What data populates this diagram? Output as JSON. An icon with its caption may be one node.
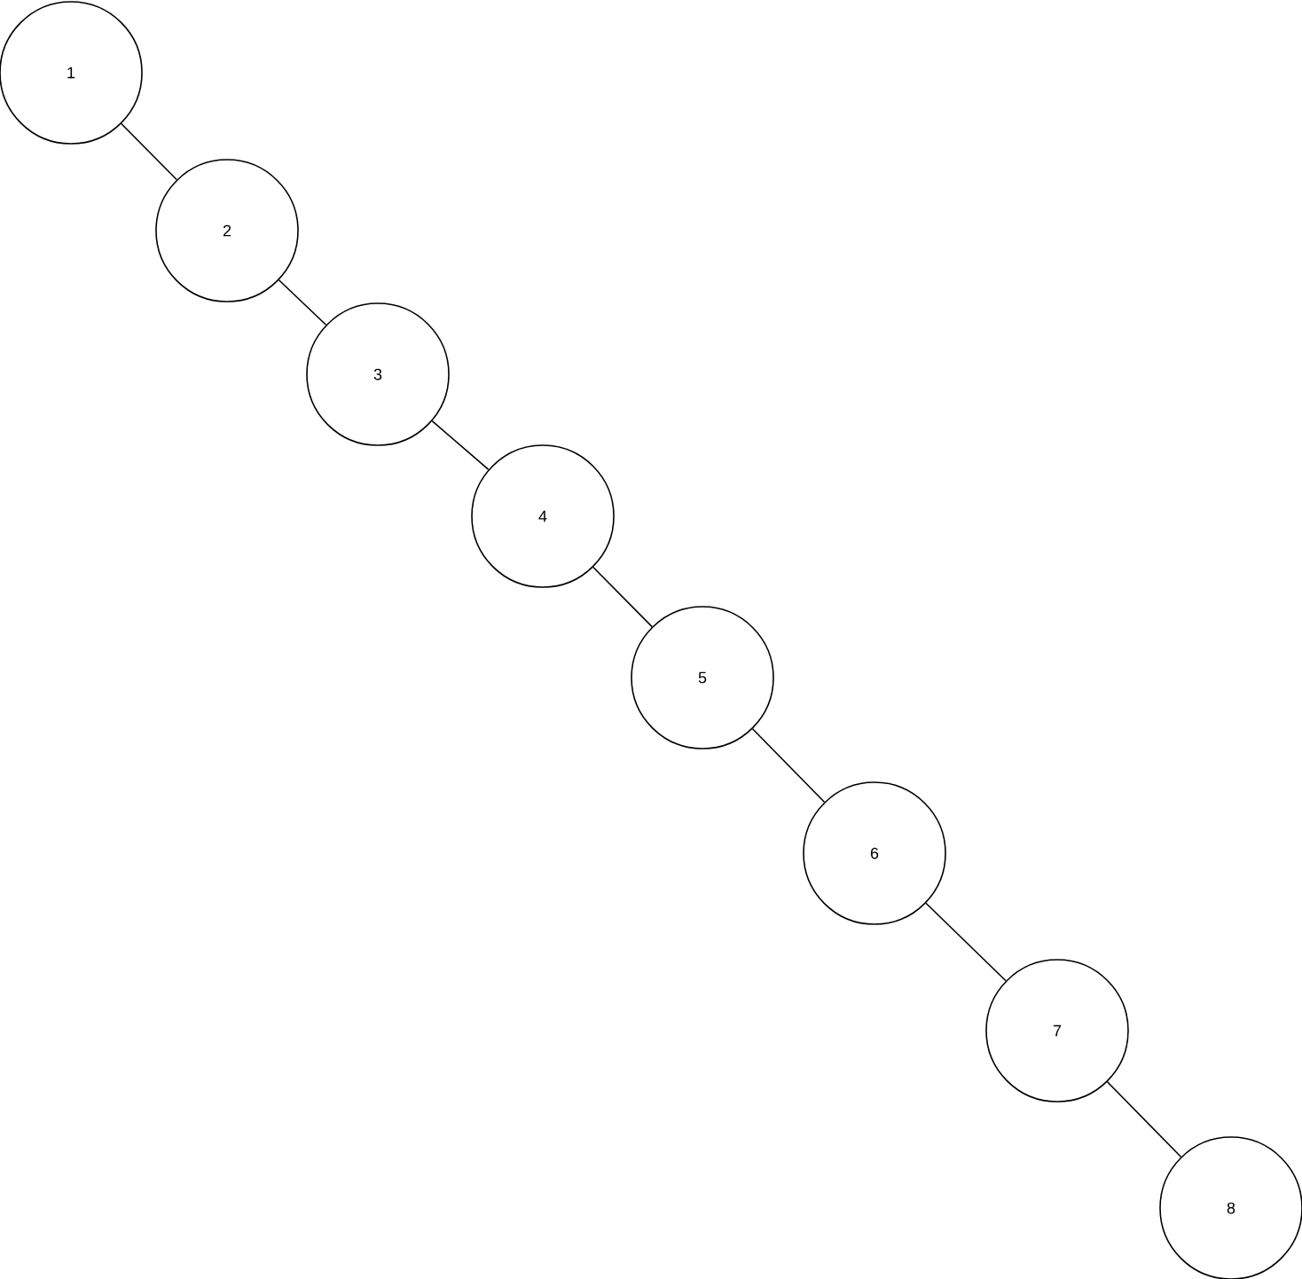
{
  "diagram": {
    "nodes": [
      {
        "text": [
          "1"
        ]
      },
      {
        "text": [
          "2"
        ]
      },
      {
        "text": [
          "3"
        ]
      },
      {
        "text": [
          "4"
        ]
      },
      {
        "text": [
          "5"
        ]
      },
      {
        "text": [
          "6"
        ]
      },
      {
        "text": [
          "7"
        ]
      },
      {
        "text": [
          "8"
        ]
      }
    ],
    "edges": [
      {
        "from": 0,
        "to": 1,
        "arrow": "none"
      },
      {
        "from": 1,
        "to": 2,
        "arrow": "none"
      },
      {
        "from": 2,
        "to": 3,
        "arrow": "none"
      },
      {
        "from": 3,
        "to": 4,
        "arrow": "none"
      },
      {
        "from": 4,
        "to": 5,
        "arrow": "none"
      },
      {
        "from": 5,
        "to": 6,
        "arrow": "none"
      },
      {
        "from": 6,
        "to": 7,
        "arrow": "none"
      }
    ]
  }
}
